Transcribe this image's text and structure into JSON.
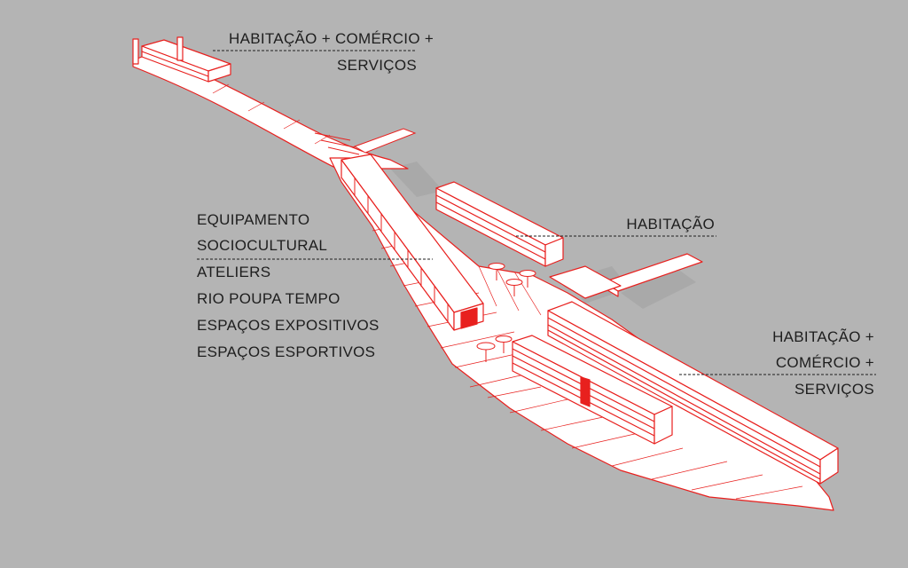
{
  "colors": {
    "background": "#b4b4b4",
    "outline": "#e8201e",
    "fill": "#ffffff",
    "shadow": "#a9a9a9",
    "text": "#1e1e1e"
  },
  "labels": {
    "top": {
      "line1": "HABITAÇÃO  + COMÉRCIO +",
      "line2": "SERVIÇOS"
    },
    "habitacao": {
      "line1": "HABITAÇÃO"
    },
    "equipamento": {
      "line1": "EQUIPAMENTO",
      "line2": "SOCIOCULTURAL",
      "line3": "ATELIERS",
      "line4": "RIO POUPA TEMPO",
      "line5": "ESPAÇOS EXPOSITIVOS",
      "line6": "ESPAÇOS ESPORTIVOS"
    },
    "bottom": {
      "line1": "HABITAÇÃO +",
      "line2": "COMÉRCIO +",
      "line3": "SERVIÇOS"
    }
  }
}
